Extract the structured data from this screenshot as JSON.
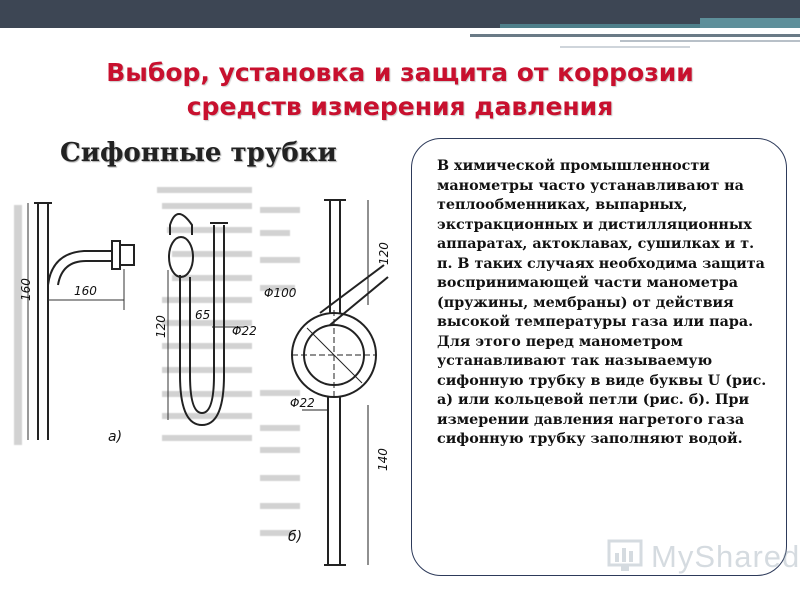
{
  "slide": {
    "title_line1": "Выбор, установка и защита от коррозии",
    "title_line2": "средств измерения давления",
    "subtitle": "Сифонные трубки",
    "body": "В химической промышленности манометры часто устанавливают на теплообменниках, выпарных, экстракционных и дистилляционных аппаратах, актоклавах, сушилках и т. п. В таких случаях необходима защита воспринимающей части манометра (пружины, мембраны) от действия высокой температуры газа или пара. Для этого перед манометром устанавливают так называемую сифонную трубку в виде буквы U (рис.  а) или кольцевой петли (рис. б). При измерении давления нагретого газа сифонную трубку заполняют водой."
  },
  "figure": {
    "dim_160_vertical": "160",
    "dim_160_horizontal": "160",
    "dim_65": "65",
    "dim_120_left": "120",
    "dim_d22_left": "Φ22",
    "label_a": "а)",
    "dim_d100": "Φ100",
    "dim_120_right": "120",
    "dim_d22_right": "Φ22",
    "dim_140": "140",
    "label_b": "б)"
  },
  "watermark": {
    "text": "MyShared"
  },
  "colors": {
    "title": "#c8102e",
    "top_bar": "#3d4654",
    "box_border": "#2d3a5a"
  }
}
